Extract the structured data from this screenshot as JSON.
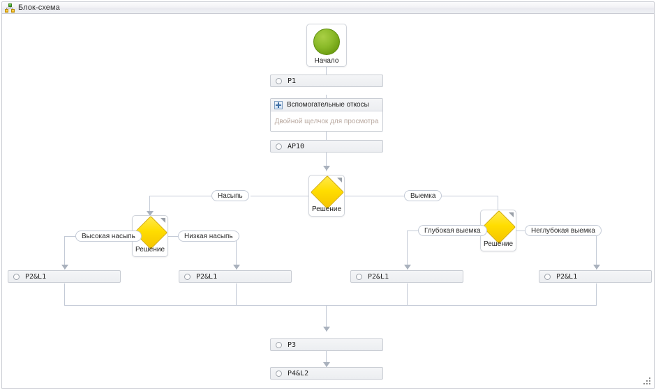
{
  "window": {
    "title": "Блок-схема",
    "title_icon": "orgchart-icon",
    "resize_grip_icon": "resize-grip-icon"
  },
  "theme": {
    "canvas_bg": "#ffffff",
    "connector": "#c3cad6",
    "arrow": "#a9b1bd",
    "bar_border": "#c8ccd3",
    "bar_fill": "#eceef1",
    "start_green": "#7fae1f",
    "decision_yellow": "#ffdd00",
    "hint_text": "#b9a9a0"
  },
  "nodes": {
    "start": {
      "label": "Начало",
      "icon": "green-circle-icon"
    },
    "p1": {
      "label": "P1",
      "icon": "process-ring-icon"
    },
    "subdiagram": {
      "title": "Вспомогательные откосы",
      "hint": "Двойной щелчок для просмотра",
      "icon": "subdiagram-icon"
    },
    "ap10": {
      "label": "AP10",
      "icon": "process-ring-icon"
    },
    "decision_main": {
      "label": "Решение",
      "icon": "diamond-icon"
    },
    "decision_left": {
      "label": "Решение",
      "icon": "diamond-icon"
    },
    "decision_right": {
      "label": "Решение",
      "icon": "diamond-icon"
    },
    "p2l1_a": {
      "label": "P2&L1",
      "icon": "process-ring-icon"
    },
    "p2l1_b": {
      "label": "P2&L1",
      "icon": "process-ring-icon"
    },
    "p2l1_c": {
      "label": "P2&L1",
      "icon": "process-ring-icon"
    },
    "p2l1_d": {
      "label": "P2&L1",
      "icon": "process-ring-icon"
    },
    "p3": {
      "label": "P3",
      "icon": "process-ring-icon"
    },
    "p4l2": {
      "label": "P4&L2",
      "icon": "process-ring-icon"
    }
  },
  "edge_labels": {
    "embankment": "Насыпь",
    "excavation": "Выемка",
    "high_embankment": "Высокая насыпь",
    "low_embankment": "Низкая насыпь",
    "deep_excavation": "Глубокая выемка",
    "shallow_excavation": "Неглубокая выемка"
  }
}
